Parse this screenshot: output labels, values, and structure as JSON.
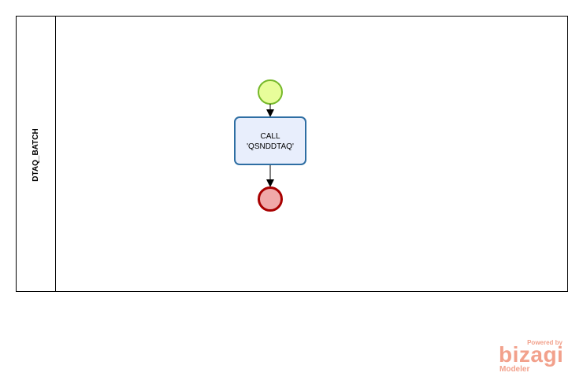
{
  "pool": {
    "label": "DTAQ_BATCH"
  },
  "task": {
    "line1": "CALL",
    "line2": "'QSNDDTAQ'"
  },
  "events": {
    "start": "start-event",
    "end": "end-event"
  },
  "watermark": {
    "powered_by": "Powered by",
    "brand": "bizagi",
    "product": "Modeler"
  },
  "colors": {
    "start_fill": "#e8fd9a",
    "start_stroke": "#76b82a",
    "end_fill": "#f0a9a9",
    "end_stroke": "#a80000",
    "task_fill": "#e8eefc",
    "task_stroke": "#2e6ea3",
    "watermark": "#f2a18c"
  }
}
